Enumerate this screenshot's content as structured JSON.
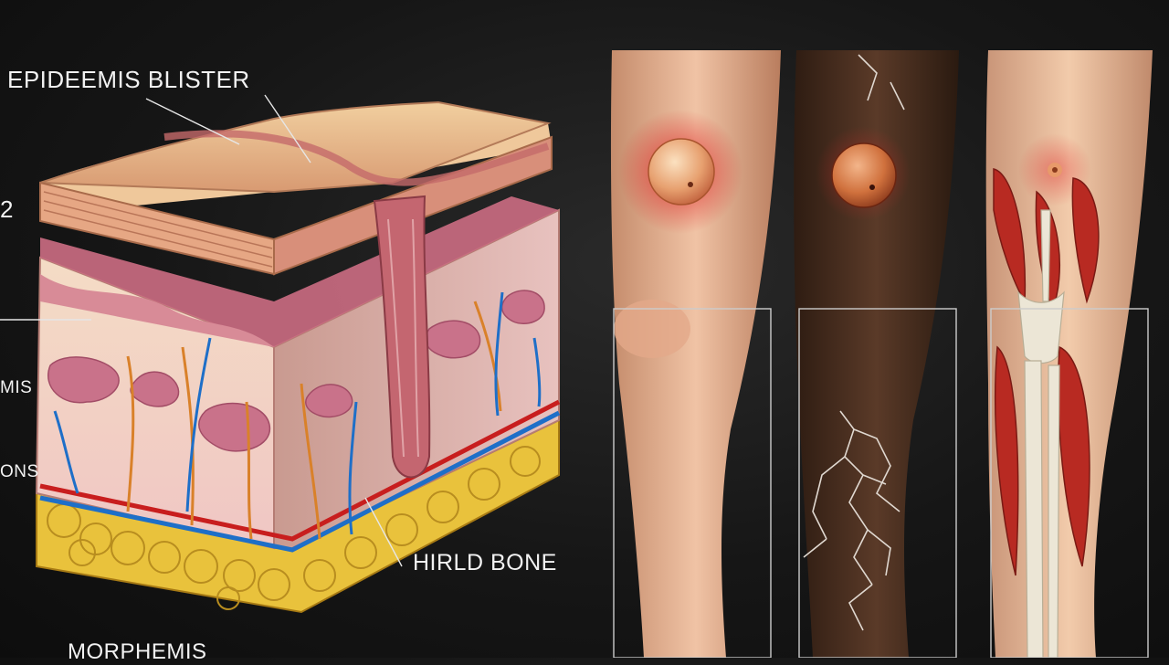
{
  "labels": {
    "epidermis_blister": "EPIDEEMIS BLISTER",
    "bone": "HIRLD BONE",
    "bottom": "MORPHEMIS",
    "side_1": "2",
    "side_2": "MIS",
    "side_3": "ONS"
  },
  "colors": {
    "background": "#161616",
    "epidermis": "#e8b98f",
    "dermis": "#d47a86",
    "fat": "#e8c13a",
    "artery": "#c81e1e",
    "vein": "#1e6fc8",
    "nerve": "#d9812a",
    "muscle": "#b82a22",
    "bone": "#ece6d6"
  },
  "icons": [
    "skin-cross-section-illustration",
    "leg-blister-illustration",
    "leg-ulcer-illustration",
    "leg-muscle-anatomy-illustration"
  ]
}
